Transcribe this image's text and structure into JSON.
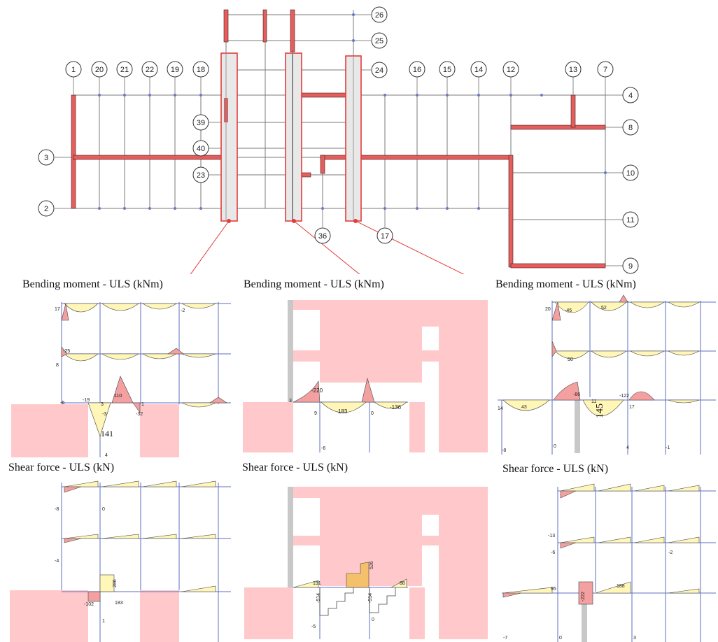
{
  "plan": {
    "grid_top": [
      "1",
      "20",
      "21",
      "22",
      "19",
      "18",
      "16",
      "15",
      "14",
      "12",
      "13",
      "7"
    ],
    "grid_top_center": [
      "24"
    ],
    "grid_top_upper": [
      "26",
      "25"
    ],
    "grid_right": [
      "4",
      "8",
      "10",
      "11",
      "9"
    ],
    "grid_left": [
      "3",
      "2"
    ],
    "grid_inner": [
      "39",
      "40",
      "23"
    ],
    "grid_bottom": [
      "36",
      "17"
    ]
  },
  "panels": {
    "bm_left_title": "Bending moment - ULS (kNm)",
    "bm_mid_title": "Bending moment - ULS (kNm)",
    "bm_right_title": "Bending moment - ULS (kNm)",
    "sf_left_title": "Shear force - ULS (kN)",
    "sf_mid_title": "Shear force - ULS (kN)",
    "sf_right_title": "Shear force - ULS (kN)"
  },
  "values": {
    "bm_left": {
      "peak": "141",
      "l1": "17",
      "l2": "-25",
      "l3": "8",
      "l4": "-6",
      "l5": "-19",
      "l6": "3",
      "l7": "-3",
      "l8": "110",
      "l9": "4",
      "l10": "-32",
      "l11": "-2",
      "l12": "1"
    },
    "bm_mid": {
      "l1": "-220",
      "l2": "183",
      "l3": "-136",
      "l4": "9",
      "l5": "0",
      "l6": "-6",
      "l7": "3"
    },
    "bm_right": {
      "peak": "145",
      "l1": "20",
      "l2": "-45",
      "l3": "52",
      "l4": "50",
      "l5": "43",
      "l6": "-86",
      "l7": "11",
      "l8": "17",
      "l9": "14",
      "l10": "-8",
      "l11": "0",
      "l12": "4",
      "l13": "-1",
      "l14": "-122"
    },
    "sf_left": {
      "l1": "286",
      "l2": "-102",
      "l3": "-8",
      "l4": "-4",
      "l5": "0",
      "l6": "1",
      "l7": "183"
    },
    "sf_mid": {
      "l1": "526",
      "l2": "-514",
      "l3": "-514",
      "l4": "191",
      "l5": "-5",
      "l6": "0",
      "l7": "88"
    },
    "sf_right": {
      "l1": "-13",
      "l2": "-6",
      "l3": "-7",
      "l4": "0",
      "l5": "3",
      "l6": "-222",
      "l7": "95",
      "l8": "188",
      "l9": "-2"
    }
  },
  "colors": {
    "wall": "#e85c5c",
    "shade": "#ffc9cc",
    "yellow": "#fff6b8",
    "grid": "#6a78c8",
    "orange": "#f5c06c"
  }
}
